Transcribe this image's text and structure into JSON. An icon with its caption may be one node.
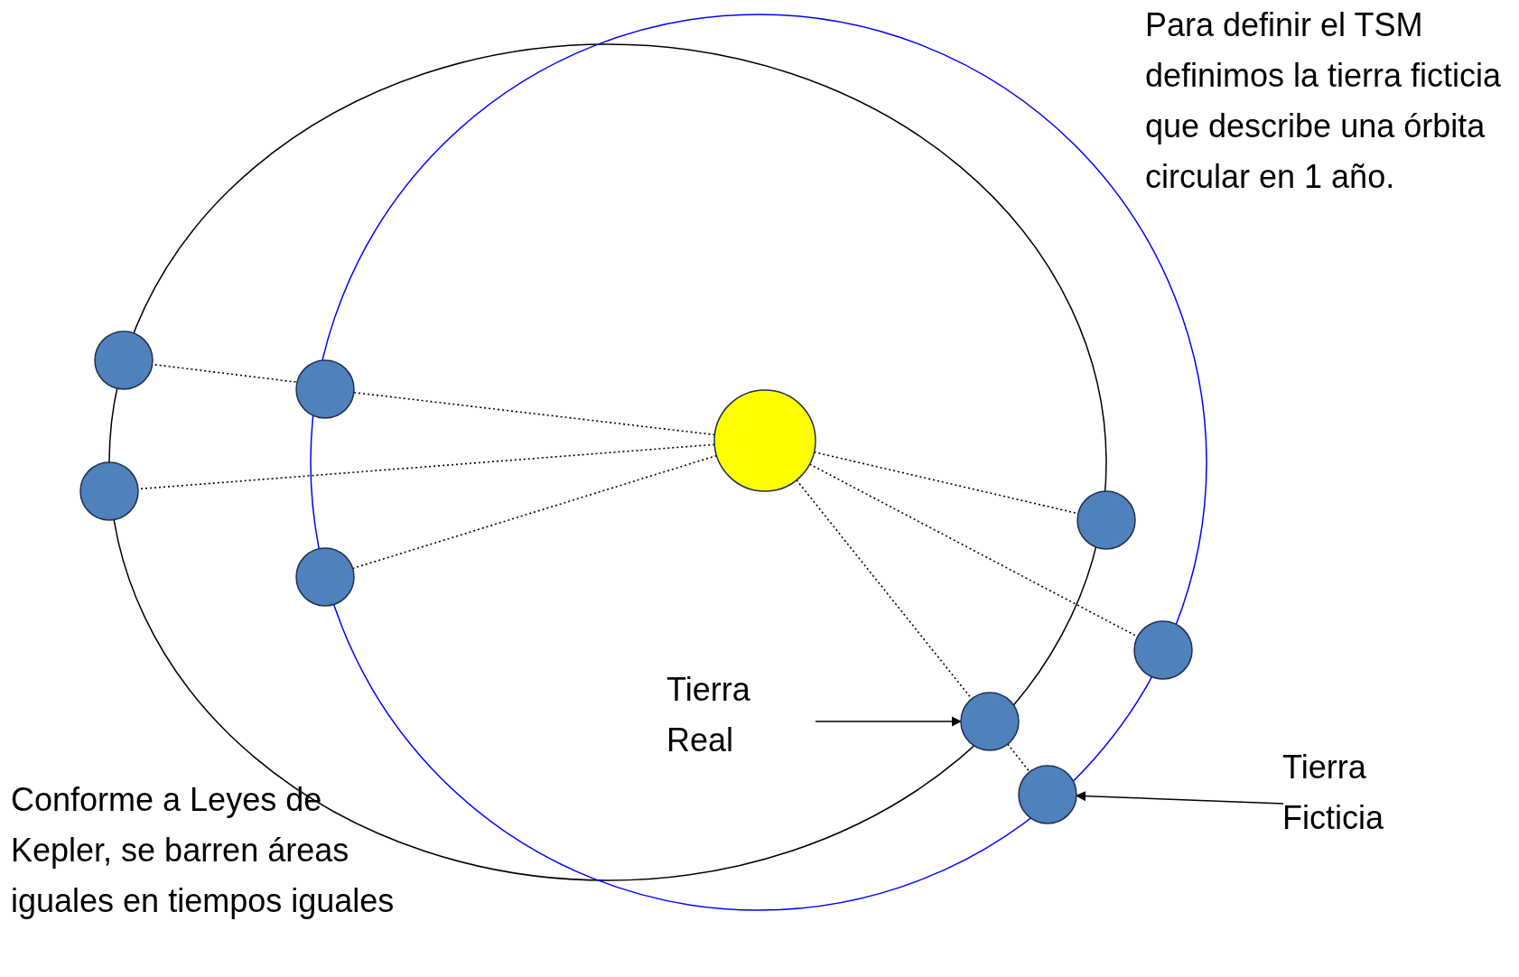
{
  "diagram": {
    "nodes": [
      {
        "text": [],
        "shape": "circle"
      },
      {
        "text": [],
        "shape": "circle"
      },
      {
        "text": [],
        "shape": "circle"
      },
      {
        "text": [],
        "shape": "circle"
      },
      {
        "text": [],
        "shape": "circle"
      },
      {
        "text": [],
        "shape": "circle"
      },
      {
        "text": [],
        "shape": "circle"
      },
      {
        "text": [
          "Tierra Real"
        ]
      },
      {
        "text": [],
        "shape": "circle"
      },
      {
        "text": [
          "Tierra Ficticia"
        ]
      },
      {
        "text": [],
        "shape": "circle"
      }
    ],
    "edges": [
      {
        "from": 2,
        "to": 1,
        "arrow": "none",
        "style": "dashed"
      },
      {
        "from": 1,
        "to": 0,
        "arrow": "none",
        "style": "dashed"
      },
      {
        "from": 2,
        "to": 3,
        "arrow": "none",
        "style": "dashed"
      },
      {
        "from": 2,
        "to": 5,
        "arrow": "none",
        "style": "dashed"
      },
      {
        "from": 2,
        "to": 4,
        "arrow": "none",
        "style": "dashed"
      },
      {
        "from": 2,
        "to": 6,
        "arrow": "none",
        "style": "dashed"
      },
      {
        "from": 2,
        "to": 8,
        "arrow": "none",
        "style": "dashed"
      },
      {
        "from": 8,
        "to": 10,
        "arrow": "none",
        "style": "dashed"
      },
      {
        "from": 7,
        "to": 8,
        "arrow": "to"
      },
      {
        "from": 9,
        "to": 10,
        "arrow": "to"
      }
    ],
    "labels": [
      "Para definir el TSM definimos la tierra ficticia que describe una órbita circular en 1 año.",
      "Conforme a Leyes de Kepler, se barren áreas iguales en tiempos iguales"
    ]
  }
}
